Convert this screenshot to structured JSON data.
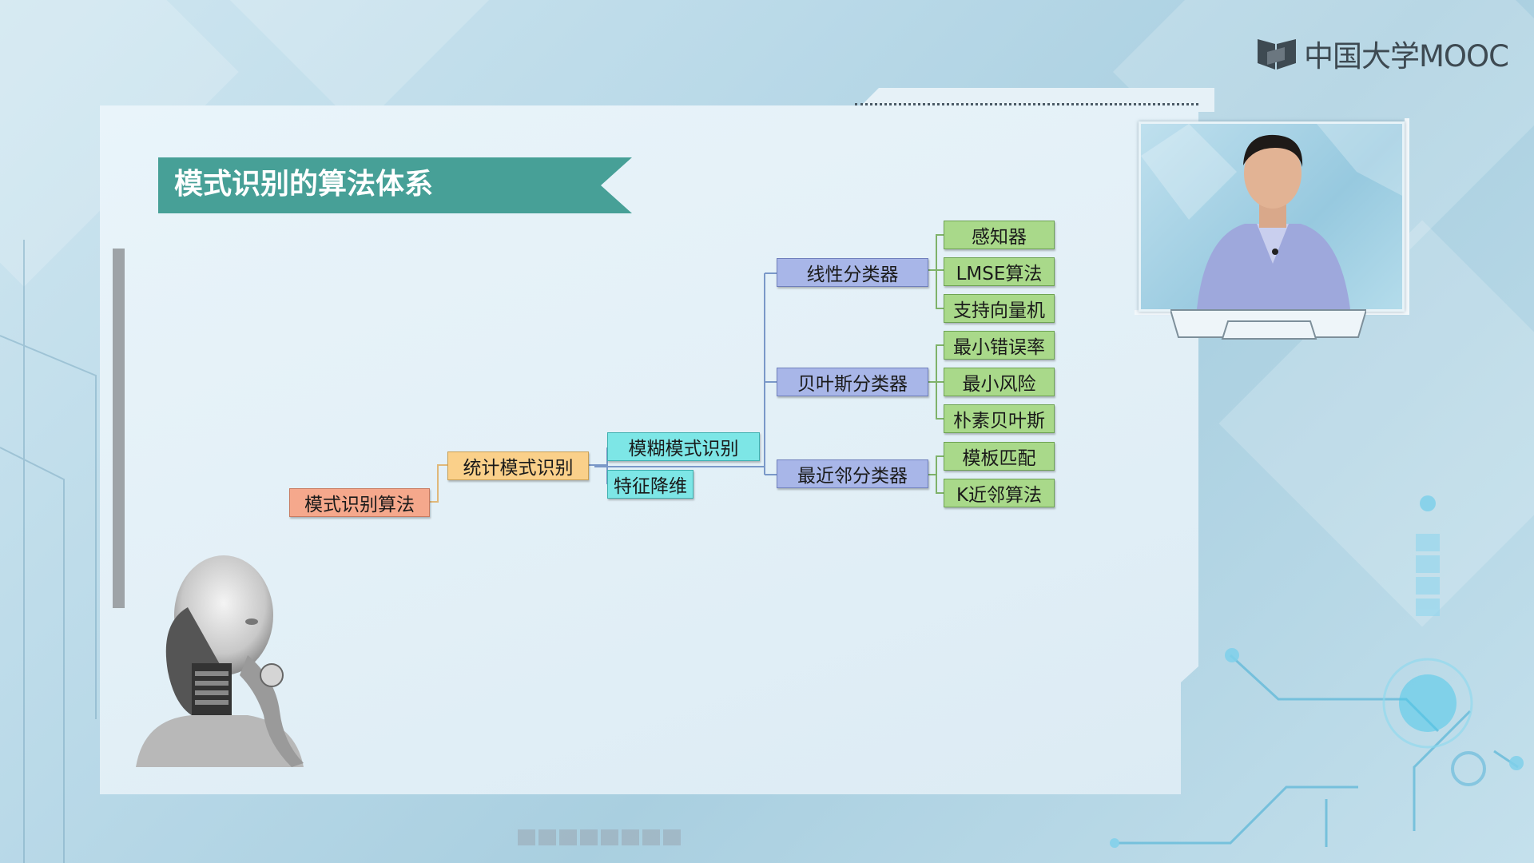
{
  "brand": {
    "text": "中国大学MOOC"
  },
  "slide": {
    "title": "模式识别的算法体系"
  },
  "tree": {
    "root": "模式识别算法",
    "level1": "统计模式识别",
    "level2": [
      "模糊模式识别",
      "特征降维"
    ],
    "classifiers": [
      {
        "name": "线性分类器",
        "children": [
          "感知器",
          "LMSE算法",
          "支持向量机"
        ]
      },
      {
        "name": "贝叶斯分类器",
        "children": [
          "最小错误率",
          "最小风险",
          "朴素贝叶斯"
        ]
      },
      {
        "name": "最近邻分类器",
        "children": [
          "模板匹配",
          "K近邻算法"
        ]
      }
    ]
  },
  "colors": {
    "title_banner": "#47a097",
    "root_node": "#f5a88c",
    "level1_node": "#fad08a",
    "level2_node": "#7de6e6",
    "classifier_node": "#a8b6e8",
    "leaf_node": "#a9d98a"
  },
  "icons": [
    "mooc-book-icon"
  ]
}
